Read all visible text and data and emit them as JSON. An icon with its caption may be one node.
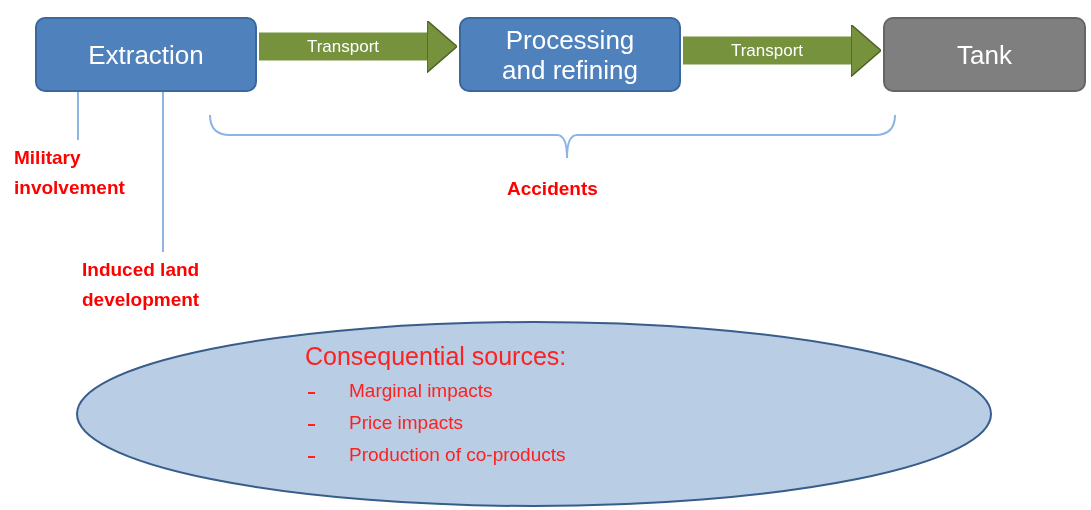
{
  "diagram": {
    "nodes": [
      {
        "text": [
          "Extraction"
        ]
      },
      {
        "text": [
          "Processing and refining"
        ]
      },
      {
        "text": [
          "Tank"
        ]
      },
      {
        "text": [
          "Military involvement"
        ]
      },
      {
        "text": [
          "Induced land development"
        ]
      },
      {
        "text": [
          "Consequential sources:",
          "Marginal impacts",
          "Price impacts",
          "Production of co-products"
        ]
      }
    ],
    "edges": [
      {
        "from": 0,
        "to": 1,
        "arrow": "to",
        "label": "Transport",
        "style": "thick",
        "color": "#76923c"
      },
      {
        "from": 1,
        "to": 2,
        "arrow": "to",
        "label": "Transport",
        "style": "thick",
        "color": "#76923c"
      },
      {
        "from": 0,
        "to": 3,
        "arrow": "none",
        "color": "#8eb4e3"
      },
      {
        "from": 0,
        "to": 4,
        "arrow": "none",
        "color": "#8eb4e3"
      }
    ],
    "labels": [
      "Accidents"
    ]
  }
}
